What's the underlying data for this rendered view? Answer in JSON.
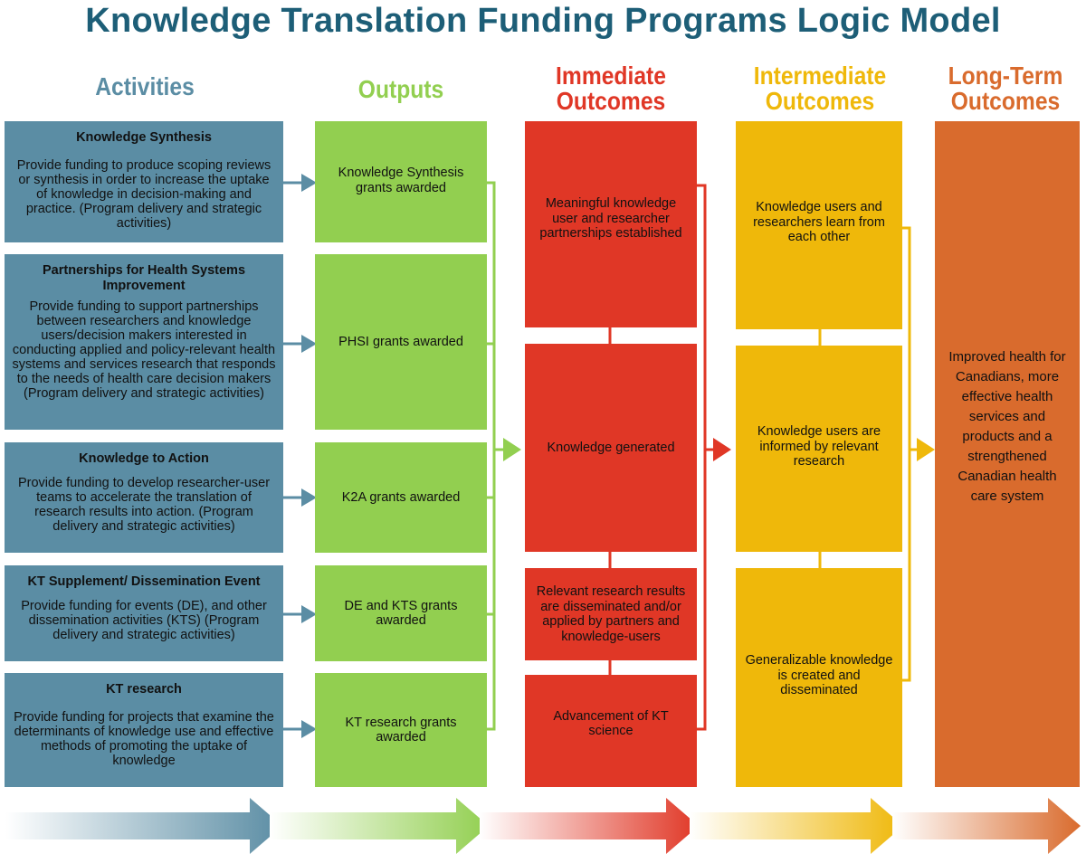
{
  "title": "Knowledge Translation Funding Programs Logic Model",
  "columns": {
    "activities": "Activities",
    "outputs": "Outputs",
    "immediate": "Immediate\nOutcomes",
    "intermediate": "Intermediate\nOutcomes",
    "longterm": "Long-Term\nOutcomes"
  },
  "activities": [
    {
      "heading": "Knowledge Synthesis",
      "text": "Provide funding to produce scoping reviews or synthesis in order to increase the uptake of knowledge in decision-making and practice. (Program delivery and strategic activities)"
    },
    {
      "heading": "Partnerships for Health Systems Improvement",
      "text": "Provide funding to support partnerships between researchers and knowledge users/decision makers interested in conducting applied and policy-relevant health systems and services research that responds to the needs of health care decision makers (Program delivery and strategic activities)"
    },
    {
      "heading": "Knowledge to Action",
      "text": "Provide funding to develop researcher-user teams to accelerate the translation of research results into action. (Program delivery and strategic activities)"
    },
    {
      "heading": "KT Supplement/ Dissemination Event",
      "text": "Provide funding for events (DE), and other dissemination activities (KTS) (Program delivery and strategic activities)"
    },
    {
      "heading": "KT research",
      "text": "Provide funding for projects that examine the determinants of knowledge use and effective methods of promoting the uptake of knowledge"
    }
  ],
  "outputs": [
    "Knowledge Synthesis grants awarded",
    "PHSI grants awarded",
    "K2A grants awarded",
    "DE and KTS grants awarded",
    "KT research grants awarded"
  ],
  "immediate": [
    "Meaningful knowledge user and researcher partnerships established",
    "Knowledge generated",
    "Relevant research results are disseminated and/or applied by partners and knowledge-users",
    "Advancement of KT science"
  ],
  "intermediate": [
    "Knowledge users and researchers learn from each other",
    "Knowledge users are informed by relevant research",
    "Generalizable knowledge is created and disseminated"
  ],
  "longterm": "Improved health for Canadians, more effective health services and products and a strengthened Canadian health care system",
  "colors": {
    "activities": "#5b8da4",
    "outputs": "#92cf50",
    "immediate": "#e03726",
    "intermediate": "#efb80a",
    "longterm": "#d96b2d",
    "title": "#1d5e77"
  }
}
